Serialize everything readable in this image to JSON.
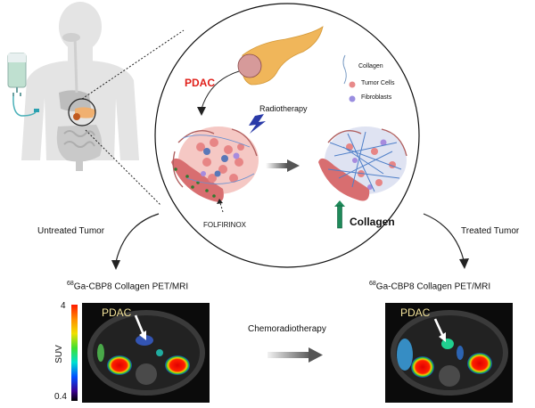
{
  "zoom_circle": {
    "pdac_label": "PDAC",
    "radiotherapy_label": "Radiotherapy",
    "folfirinox_label": "FOLFIRINOX",
    "collagen_increase_label": "Collagen",
    "legend": [
      {
        "icon": "collagen-fiber-icon",
        "label": "Collagen",
        "color": "#7a9cc4"
      },
      {
        "icon": "tumor-cell-icon",
        "label": "Tumor Cells",
        "color": "#e88a8a"
      },
      {
        "icon": "fibroblast-icon",
        "label": "Fibroblasts",
        "color": "#9a8ee0"
      }
    ]
  },
  "branches": {
    "untreated_label": "Untreated Tumor",
    "treated_label": "Treated Tumor"
  },
  "panels": [
    {
      "isotope": "68",
      "title": "Ga-CBP8 Collagen PET/MRI",
      "pdac_label": "PDAC",
      "colorbar": {
        "label": "SUV",
        "max": "4",
        "min": "0.4"
      }
    },
    {
      "isotope": "68",
      "title": "Ga-CBP8 Collagen PET/MRI",
      "pdac_label": "PDAC"
    }
  ],
  "middle_arrow_label": "Chemoradiotherapy",
  "colors": {
    "pdac_red": "#e0201a",
    "collagen_arrow_green": "#1f8a5a",
    "pdac_scan_label": "#f3e39a",
    "radiotherapy_bolt": "#2a3aa8"
  }
}
